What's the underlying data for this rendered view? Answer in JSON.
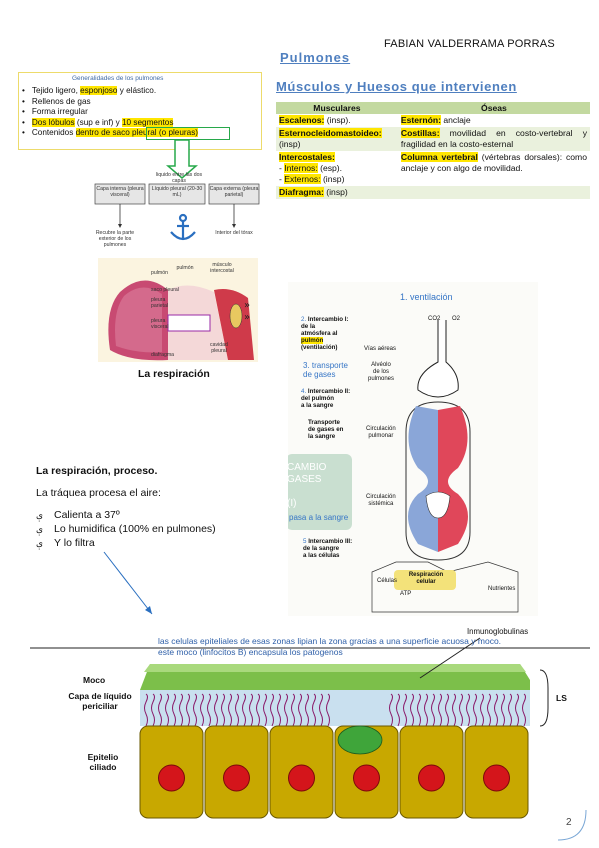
{
  "author": "FABIAN VALDERRAMA PORRAS",
  "section_title": "Pulmones",
  "subsection_title": "Músculos y Huesos que intervienen",
  "table": {
    "headers": [
      "Musculares",
      "Óseas"
    ],
    "rows": [
      {
        "left": [
          {
            "t": "Escalenos:",
            "hl": true,
            "b": true
          },
          {
            "t": " (insp)."
          }
        ],
        "right": [
          {
            "t": "Esternón:",
            "hl": true,
            "b": true
          },
          {
            "t": " anclaje"
          }
        ]
      },
      {
        "left": [
          {
            "t": "Esternocleidomastoideo:",
            "hl": true,
            "b": true
          },
          {
            "t": " (insp)"
          }
        ],
        "right": [
          {
            "t": "Costillas:",
            "hl": true,
            "b": true
          },
          {
            "t": " movilidad en costo-vertebral y fragilidad en la costo-esternal"
          }
        ]
      },
      {
        "left": [
          {
            "t": "Intercostales:",
            "hl": true,
            "b": true
          },
          {
            "t": "\n-     "
          },
          {
            "t": "Internos:",
            "hl": true,
            "b": false
          },
          {
            "t": " (esp).\n-     "
          },
          {
            "t": "Externos:",
            "hl": true
          },
          {
            "t": " (insp)"
          }
        ],
        "right": [
          {
            "t": "Columna vertebral",
            "hl": true,
            "b": true
          },
          {
            "t": " (vértebras dorsales): como anclaje y con algo de movilidad."
          }
        ]
      },
      {
        "left": [
          {
            "t": "Diafragma:",
            "hl": true,
            "b": true
          },
          {
            "t": " (insp)"
          }
        ],
        "right": []
      }
    ]
  },
  "general": {
    "title": "Generalidades de los pulmones",
    "items": [
      [
        {
          "t": "Tejido ligero, "
        },
        {
          "t": "esponjoso",
          "hl": true
        },
        {
          "t": " y elástico."
        }
      ],
      [
        {
          "t": "Rellenos de gas"
        }
      ],
      [
        {
          "t": "Forma irregular"
        }
      ],
      [
        {
          "t": "Dos lóbulos",
          "hl": true
        },
        {
          "t": " (sup e inf) y "
        },
        {
          "t": "10 segmentos",
          "hl": true
        }
      ],
      [
        {
          "t": "Contenidos "
        },
        {
          "t": "dentro de",
          "hl": true
        },
        {
          "t": " saco pleural (o pleuras)",
          "hl": true
        }
      ]
    ]
  },
  "pleura_diagram": {
    "center_label": "liquido entre las dos capas",
    "inner_box": "Capa interna (pleura visceral)",
    "fluid_box": "Líquido pleural (20-30 mL)",
    "outer_box": "Capa externa (pleura parietal)",
    "left_note": "Recubre la parte exterior de los pulmones",
    "right_note": "Interior del tórax",
    "labels": [
      "pulmón",
      "saco pleural",
      "pleura parietal",
      "pleura visceral",
      "diafragma",
      "pulmón",
      "músculo intercostal",
      "cavidad pleural"
    ]
  },
  "resp_caption": "La respiración",
  "process": {
    "title": "La respiración, proceso.",
    "intro": "La tráquea procesa el aire:",
    "bullet_glyph": "ې",
    "items": [
      "Calienta a 37º",
      "Lo humidifica (100% en pulmones)",
      "Y lo filtra"
    ]
  },
  "ventilation": {
    "title": "1. ventilación",
    "step2": [
      "2.",
      "Intercambio I:",
      "de la",
      "atmósfera al",
      "pulmón",
      "(ventilación)"
    ],
    "step3": [
      "3.",
      "transporte",
      "de gases"
    ],
    "step4": [
      "4.",
      "Intercambio II:",
      "del pulmón",
      "a la sangre"
    ],
    "transport": [
      "Transporte",
      "de gases en",
      "la sangre"
    ],
    "step5": [
      "5",
      "Intercambio III:",
      "de la sangre",
      "a las células"
    ],
    "overlay": [
      "CAMBIO",
      "GASES",
      "(I)",
      "pasa a la sangre"
    ],
    "labels": {
      "vias": "Vías aéreas",
      "alveolo": [
        "Alvéolo",
        "de los",
        "pulmones"
      ],
      "circ_pulm": [
        "Circulación",
        "pulmonar"
      ],
      "circ_sist": [
        "Circulación",
        "sistémica"
      ],
      "celulas": "Células",
      "resp_cel": [
        "Respiración",
        "celular"
      ],
      "nutrientes": "Nutrientes",
      "atp": "ATP",
      "co2": "CO2",
      "o2": "O2"
    }
  },
  "epithelium": {
    "line1": "las celulas epiteliales de esas zonas lipian la zona gracias a una superficie acuosa y moco.",
    "line2": "este moco (linfocitos B) encapsula los patogenos",
    "immuno": "Inmunoglobulinas",
    "moco": "Moco",
    "capa1": "Capa de líquido",
    "capa2": "periciliar",
    "epitelio1": "Epitelio",
    "epitelio2": "ciliado",
    "ls": "LS",
    "cell_count": 6
  },
  "page_number": "2",
  "colors": {
    "title_blue": "#4f7fbf",
    "table_header": "#c3d9a0",
    "highlight": "#ffe600",
    "cell_yellow": "#c8a800",
    "nucleus_red": "#d4151b"
  }
}
